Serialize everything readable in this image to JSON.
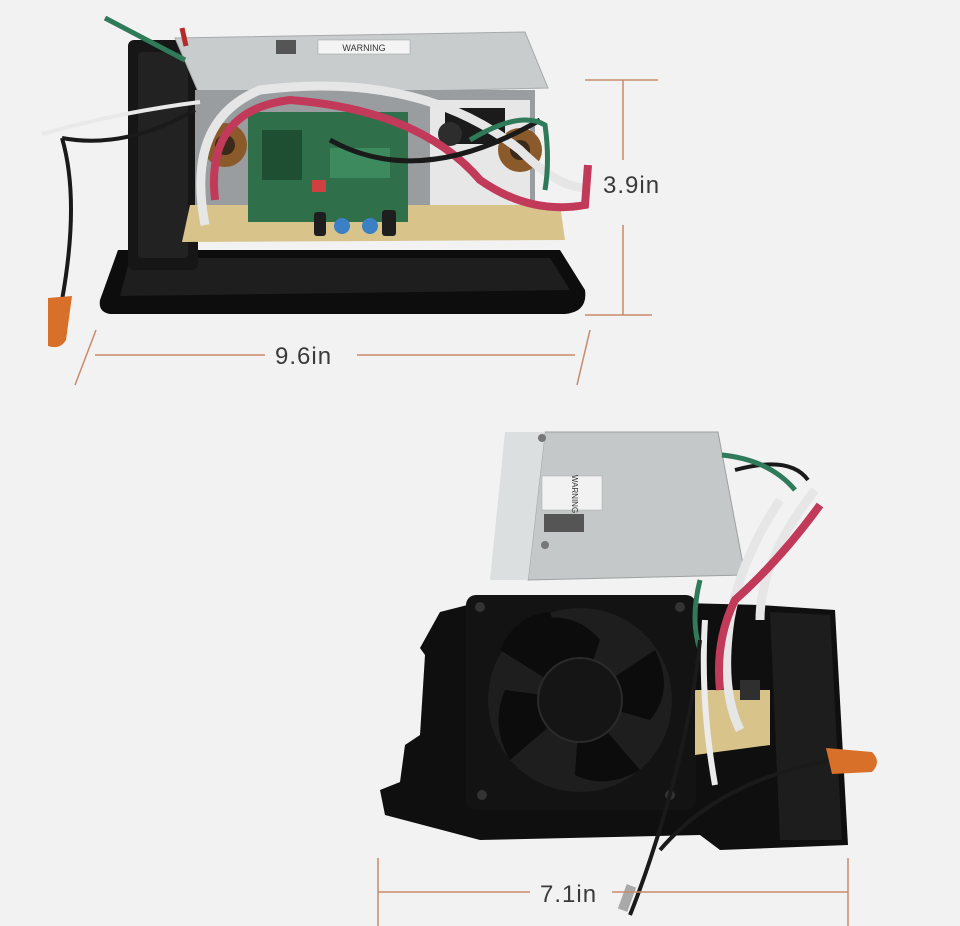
{
  "dimensions": {
    "height_label": "3.9in",
    "length_label": "9.6in",
    "width_label": "7.1in"
  },
  "labels": {
    "warning_top": "WARNING",
    "warning_side": "WARNING"
  },
  "colors": {
    "background": "#f2f2f2",
    "dimension_line": "#c98a6a",
    "metal_cover": "#c9cccc",
    "base_plate": "#111111",
    "pcb": "#2f6f4a",
    "pcb_base": "#d8c48a",
    "wire_red": "#c23a5a",
    "wire_white": "#e9e9e9",
    "wire_black": "#1a1a1a",
    "wire_green": "#2f7a5a",
    "wire_nut": "#d9702a"
  }
}
